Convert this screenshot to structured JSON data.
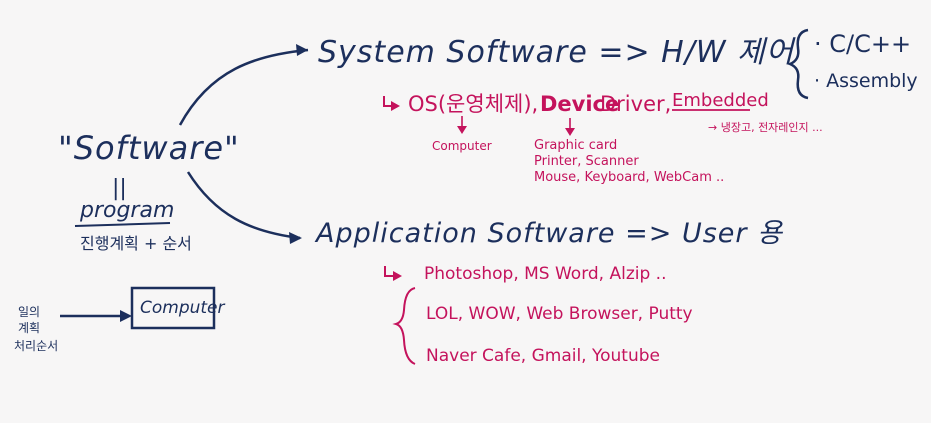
{
  "board": {
    "colors": {
      "navy": "#1c2f5c",
      "pink": "#c4135c",
      "background": "#f7f6f6"
    },
    "left": {
      "title": "\"Software\"",
      "equals": "||",
      "program": "program",
      "korean": "진행계획 + 순서",
      "mini": [
        "일의",
        "계획",
        "처리순서"
      ],
      "computer": "Computer"
    },
    "system": {
      "title": "System Software => H/W 제어",
      "bracket_items": [
        "· C/C++",
        "· Assembly"
      ],
      "row1": {
        "os": "OS(운영체제),",
        "device": "Device",
        "driver": "Driver,",
        "embedded": "Embedded"
      },
      "embedded_note": "→ 냉장고, 전자레인지 ...",
      "computer_note": "Computer",
      "device_examples": [
        "Graphic card",
        "Printer, Scanner",
        "Mouse, Keyboard, WebCam .."
      ]
    },
    "application": {
      "title": "Application Software => User 용",
      "lines": [
        "Photoshop, MS Word, Alzip ..",
        "LOL, WOW, Web Browser, Putty",
        "Naver Cafe, Gmail, Youtube"
      ]
    }
  }
}
